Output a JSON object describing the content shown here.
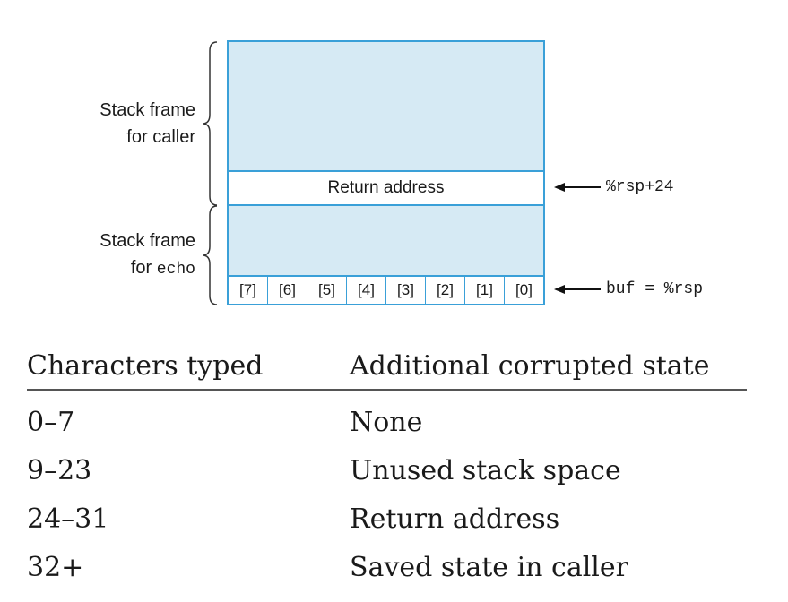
{
  "diagram": {
    "caller_frame_label": [
      "Stack frame",
      "for caller"
    ],
    "echo_frame_label_prefix": "Stack frame",
    "echo_frame_label_for": "for",
    "echo_frame_label_func": "echo",
    "return_address_label": "Return address",
    "buf_cells": [
      "[7]",
      "[6]",
      "[5]",
      "[4]",
      "[3]",
      "[2]",
      "[1]",
      "[0]"
    ],
    "pointer_return": "%rsp+24",
    "pointer_buf": "buf = %rsp",
    "colors": {
      "frame_fill": "#d6eaf4",
      "frame_border": "#3aa0d8"
    }
  },
  "table": {
    "headers": [
      "Characters typed",
      "Additional corrupted state"
    ],
    "rows": [
      [
        "0–7",
        "None"
      ],
      [
        "9–23",
        "Unused stack space"
      ],
      [
        "24–31",
        "Return address"
      ],
      [
        "32+",
        "Saved state in caller"
      ]
    ]
  }
}
